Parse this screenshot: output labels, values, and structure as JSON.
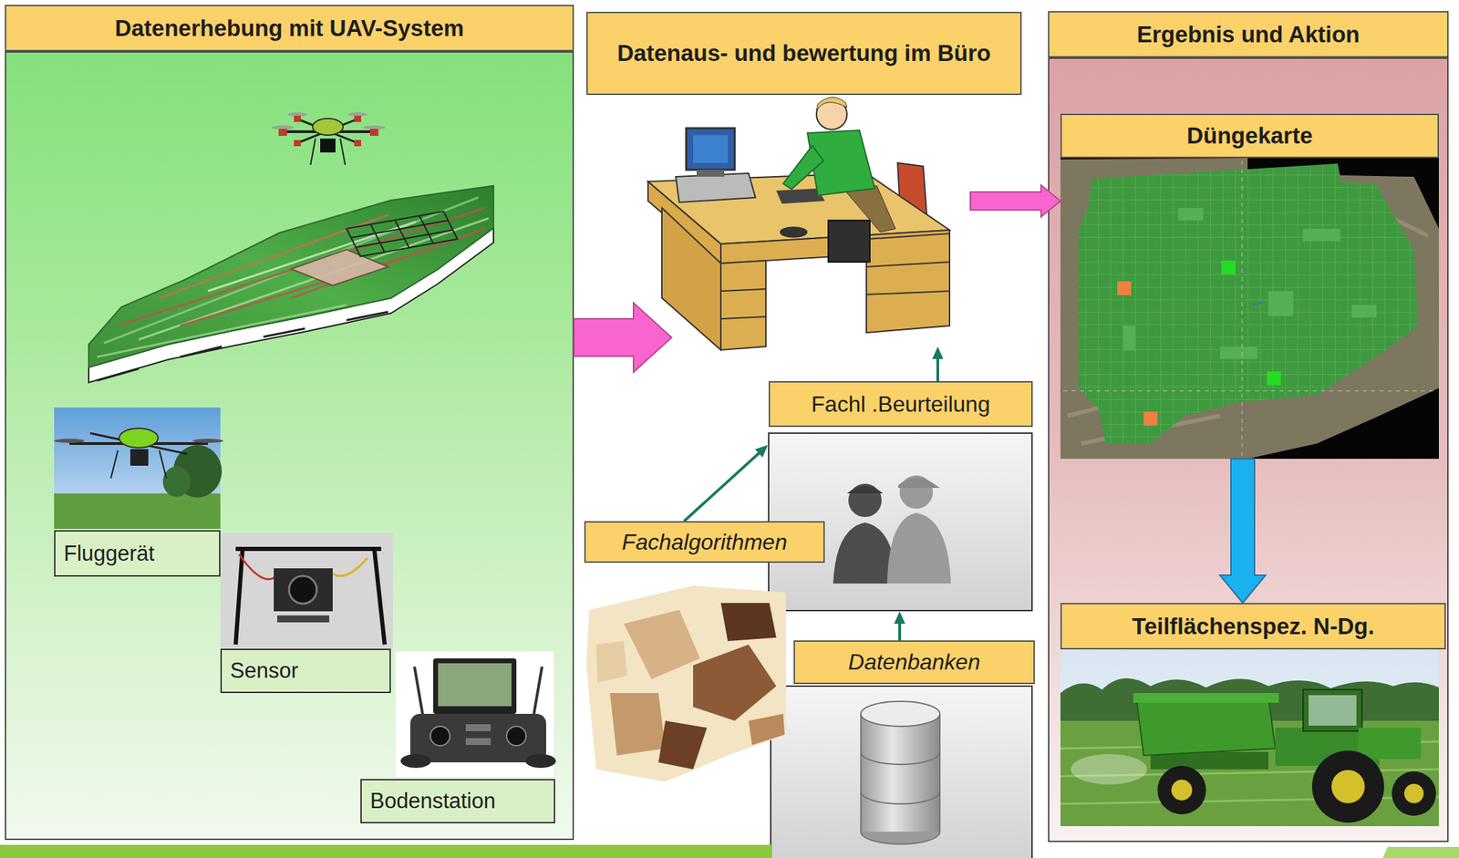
{
  "diagram": {
    "nodes": [
      {
        "text": [
          "Datenerhebung mit UAV-System"
        ]
      },
      {
        "text": [
          "Fluggerät"
        ],
        "in": 0
      },
      {
        "text": [
          "Sensor"
        ],
        "in": 0
      },
      {
        "text": [
          "Bodenstation"
        ],
        "in": 0
      },
      {
        "text": [
          "Datenaus- und bewertung im Büro"
        ]
      },
      {
        "text": [
          "Fachl .Beurteilung"
        ]
      },
      {
        "text": [
          "Fachalgorithmen"
        ]
      },
      {
        "text": [
          "Datenbanken"
        ]
      },
      {
        "text": [
          "Ergebnis und Aktion"
        ]
      },
      {
        "text": [
          "Düngekarte"
        ],
        "in": 8
      },
      {
        "text": [
          "Teilflächenspez. N-Dg."
        ],
        "in": 8
      }
    ],
    "edges": [
      {
        "from": 0,
        "to": 4,
        "arrow": "to"
      },
      {
        "from": 4,
        "to": 9,
        "arrow": "to"
      },
      {
        "from": 6,
        "to": 5,
        "arrow": "to"
      },
      {
        "from": 7,
        "to": 5,
        "arrow": "to"
      },
      {
        "from": 5,
        "to": 4,
        "arrow": "to"
      },
      {
        "from": 9,
        "to": 10,
        "arrow": "to"
      }
    ]
  }
}
